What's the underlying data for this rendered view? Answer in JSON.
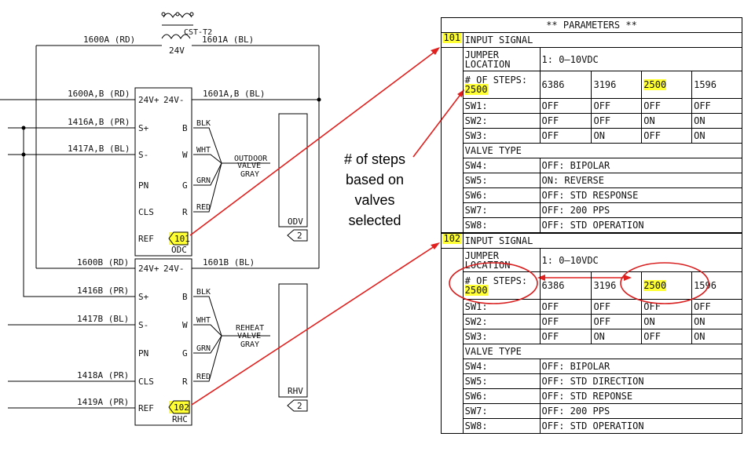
{
  "wiring": {
    "transformer_label": "CST-T2",
    "transformer_voltage": "24V",
    "top_left_wire": "1600A (RD)",
    "top_right_wire": "1601A (BL)",
    "controllers": [
      {
        "name": "ODC",
        "id_tag": "101",
        "top_left_wire": "1600A,B (RD)",
        "top_right_wire": "1601A,B (BL)",
        "terminals_left": [
          "24V+",
          "S+",
          "S-",
          "PN",
          "CLS",
          "REF"
        ],
        "terminals_top_right": "24V-",
        "terminals_right": [
          "B",
          "W",
          "G",
          "R"
        ],
        "inputs": [
          "1416A,B (PR)",
          "1417A,B (BL)",
          "",
          ""
        ],
        "wire_colors": [
          "BLK",
          "WHT",
          "GRN",
          "RED"
        ],
        "valve_label": [
          "OUTDOOR",
          "VALVE",
          "GRAY"
        ],
        "device": "ODV",
        "device_tag": "2"
      },
      {
        "name": "RHC",
        "id_tag": "102",
        "top_left_wire": "1600B (RD)",
        "top_right_wire": "1601B (BL)",
        "terminals_left": [
          "24V+",
          "S+",
          "S-",
          "PN",
          "CLS",
          "REF"
        ],
        "terminals_top_right": "24V-",
        "terminals_right": [
          "B",
          "W",
          "G",
          "R"
        ],
        "inputs": [
          "1416B (PR)",
          "1417B (BL)",
          "1418A (PR)",
          "1419A (PR)"
        ],
        "wire_colors": [
          "BLK",
          "WHT",
          "GRN",
          "RED"
        ],
        "valve_label": [
          "REHEAT",
          "VALVE",
          "GRAY"
        ],
        "device": "RHV",
        "device_tag": "2"
      }
    ]
  },
  "annotation": {
    "lines": [
      "# of steps",
      "based on",
      "valves",
      "selected"
    ],
    "color": "#e0201e"
  },
  "parameters": {
    "title": "** PARAMETERS **",
    "blocks": [
      {
        "id": "101",
        "input_signal": "INPUT SIGNAL",
        "jumper_label": "JUMPER LOCATION",
        "jumper_value": "1: 0—10VDC",
        "steps_label": "# OF STEPS:",
        "steps_value": "2500",
        "step_options": [
          "6386",
          "3196",
          "2500",
          "1596"
        ],
        "switch_rows": [
          {
            "label": "SW1:",
            "values": [
              "OFF",
              "OFF",
              "OFF",
              "OFF"
            ]
          },
          {
            "label": "SW2:",
            "values": [
              "OFF",
              "OFF",
              "ON",
              "ON"
            ]
          },
          {
            "label": "SW3:",
            "values": [
              "OFF",
              "ON",
              "OFF",
              "ON"
            ]
          }
        ],
        "valve_type": "VALVE TYPE",
        "valve_rows": [
          {
            "label": "SW4:",
            "value": "OFF: BIPOLAR"
          },
          {
            "label": "SW5:",
            "value": "ON: REVERSE"
          },
          {
            "label": "SW6:",
            "value": "OFF: STD RESPONSE"
          },
          {
            "label": "SW7:",
            "value": "OFF: 200 PPS"
          },
          {
            "label": "SW8:",
            "value": "OFF: STD OPERATION"
          }
        ]
      },
      {
        "id": "102",
        "input_signal": "INPUT SIGNAL",
        "jumper_label": "JUMPER LOCATION",
        "jumper_value": "1: 0—10VDC",
        "steps_label": "# OF STEPS:",
        "steps_value": "2500",
        "step_options": [
          "6386",
          "3196",
          "2500",
          "1596"
        ],
        "switch_rows": [
          {
            "label": "SW1:",
            "values": [
              "OFF",
              "OFF",
              "OFF",
              "OFF"
            ]
          },
          {
            "label": "SW2:",
            "values": [
              "OFF",
              "OFF",
              "ON",
              "ON"
            ]
          },
          {
            "label": "SW3:",
            "values": [
              "OFF",
              "ON",
              "OFF",
              "ON"
            ]
          }
        ],
        "valve_type": "VALVE TYPE",
        "valve_rows": [
          {
            "label": "SW4:",
            "value": "OFF: BIPOLAR"
          },
          {
            "label": "SW5:",
            "value": "OFF: STD DIRECTION"
          },
          {
            "label": "SW6:",
            "value": "OFF: STD REPONSE"
          },
          {
            "label": "SW7:",
            "value": "OFF: 200 PPS"
          },
          {
            "label": "SW8:",
            "value": "OFF: STD OPERATION"
          }
        ]
      }
    ]
  }
}
